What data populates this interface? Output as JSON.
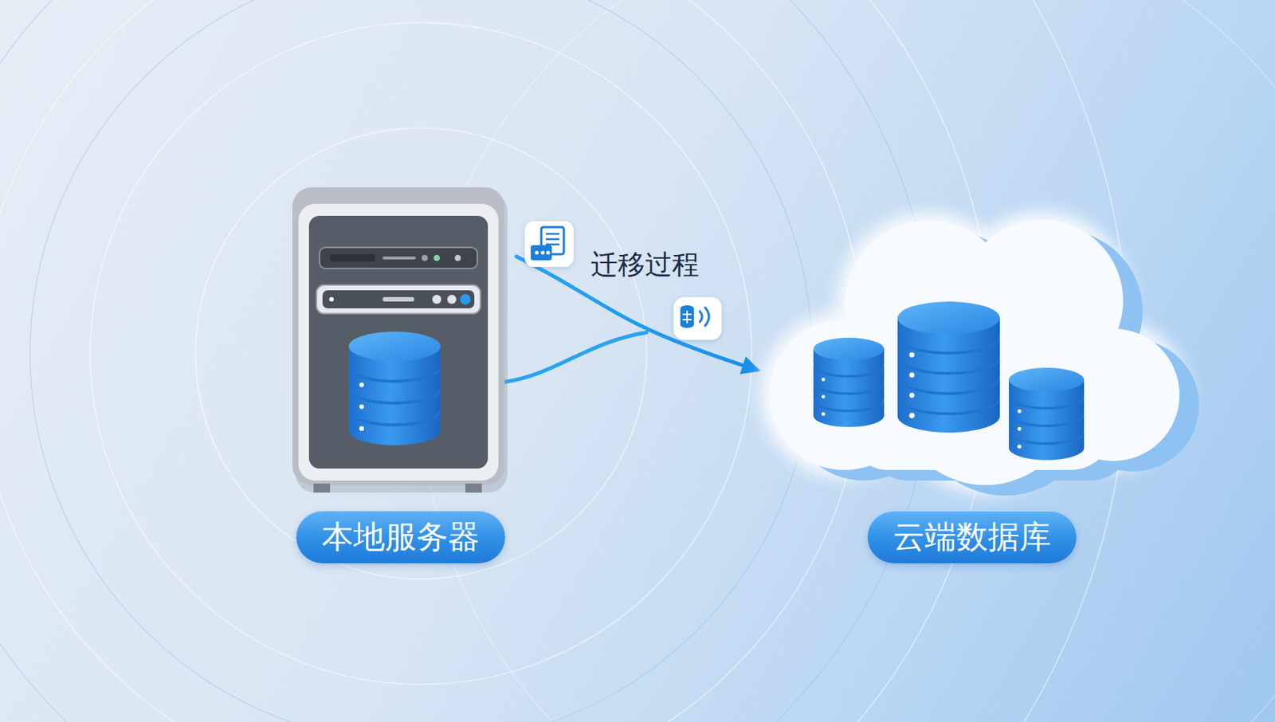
{
  "diagram": {
    "nodes": [
      {
        "text": [
          "本地服务器"
        ]
      },
      {
        "text": [
          "云端数据库"
        ]
      }
    ],
    "edges": [
      {
        "from": 0,
        "to": 1,
        "arrow": "to",
        "label": "迁移过程"
      }
    ]
  }
}
